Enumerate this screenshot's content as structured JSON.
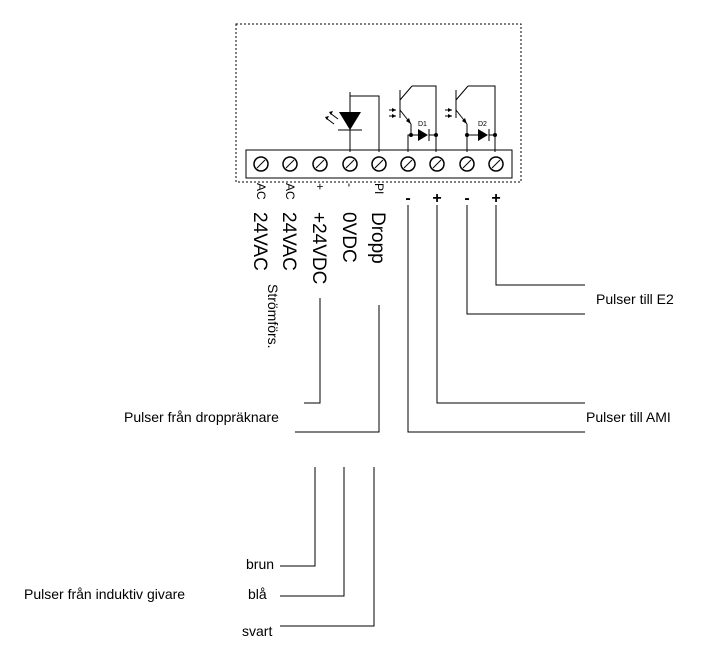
{
  "terminals": [
    {
      "small": "AC",
      "label": "24VAC"
    },
    {
      "small": "AC",
      "label": "24VAC"
    },
    {
      "small": "+",
      "label": "+24VDC"
    },
    {
      "small": "-",
      "label": "0VDC"
    },
    {
      "small": "PI",
      "label": "Dropp"
    },
    {
      "small": "-",
      "label": ""
    },
    {
      "small": "+",
      "label": ""
    },
    {
      "small": "-",
      "label": ""
    },
    {
      "small": "+",
      "label": ""
    }
  ],
  "stromfors": "Strömförs.",
  "diode_labels": {
    "d1": "D1",
    "d2": "D2"
  },
  "right_labels": {
    "e2": "Pulser till E2",
    "ami": "Pulser till AMI"
  },
  "left_labels": {
    "dropp": "Pulser från droppräknare",
    "induktiv": "Pulser från induktiv givare"
  },
  "wires": {
    "brun": "brun",
    "bla": "blå",
    "svart": "svart"
  }
}
